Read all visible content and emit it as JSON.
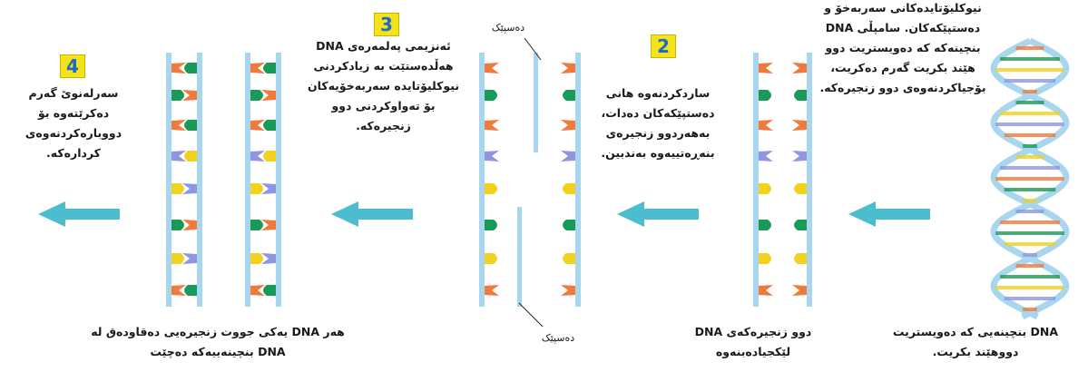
{
  "steps": [
    "2",
    "3",
    "4"
  ],
  "texts": {
    "intro_top": "نیوکلیۆتایدەکانی سەربەخۆ و دەستپێکەکان. سامپڵی DNA بنچینەکە کە دەویستریت دوو هێند بکریت گەرم دەکریت، بۆجیاکردنەوەی دوو زنجیرەکە.",
    "step2": "ساردکردنەوە هانی دەستپێکەکان دەدات، بەهەردوو زنجیرەی بنەڕەتییەوە بەندبین.",
    "step3": "ئەنزیمی پەلمەرەی DNA هەڵدەستێت بە زیادکردنی نیوکلیۆتایدە سەربەخۆیەکان بۆ تەواوکردنی دوو زنجیرەکە.",
    "step4": "سەرلەنوێ گەرم دەکرێتەوە بۆ دووبارەکردنەوەی کردارەکە.",
    "primer_top": "دەسپێک",
    "primer_bottom": "دەسپێک",
    "bottom_right": "DNA بنچینەیی کە دەویستریت دووهێند بکریت.",
    "bottom_mid": "دوو زنجیرەکەی DNA لێکجیادەبنەوە",
    "bottom_left": "هەر DNA یەکی جووت زنجیرەیی دەقاودەق لە DNA بنچینەییەکە دەچێت"
  },
  "colors": {
    "orange": "#f07a3c",
    "green": "#1a9a58",
    "yellow": "#f2d21e",
    "purple": "#8e96e0",
    "backbone": "#a8d6ef",
    "arrow": "#2db1c6"
  }
}
